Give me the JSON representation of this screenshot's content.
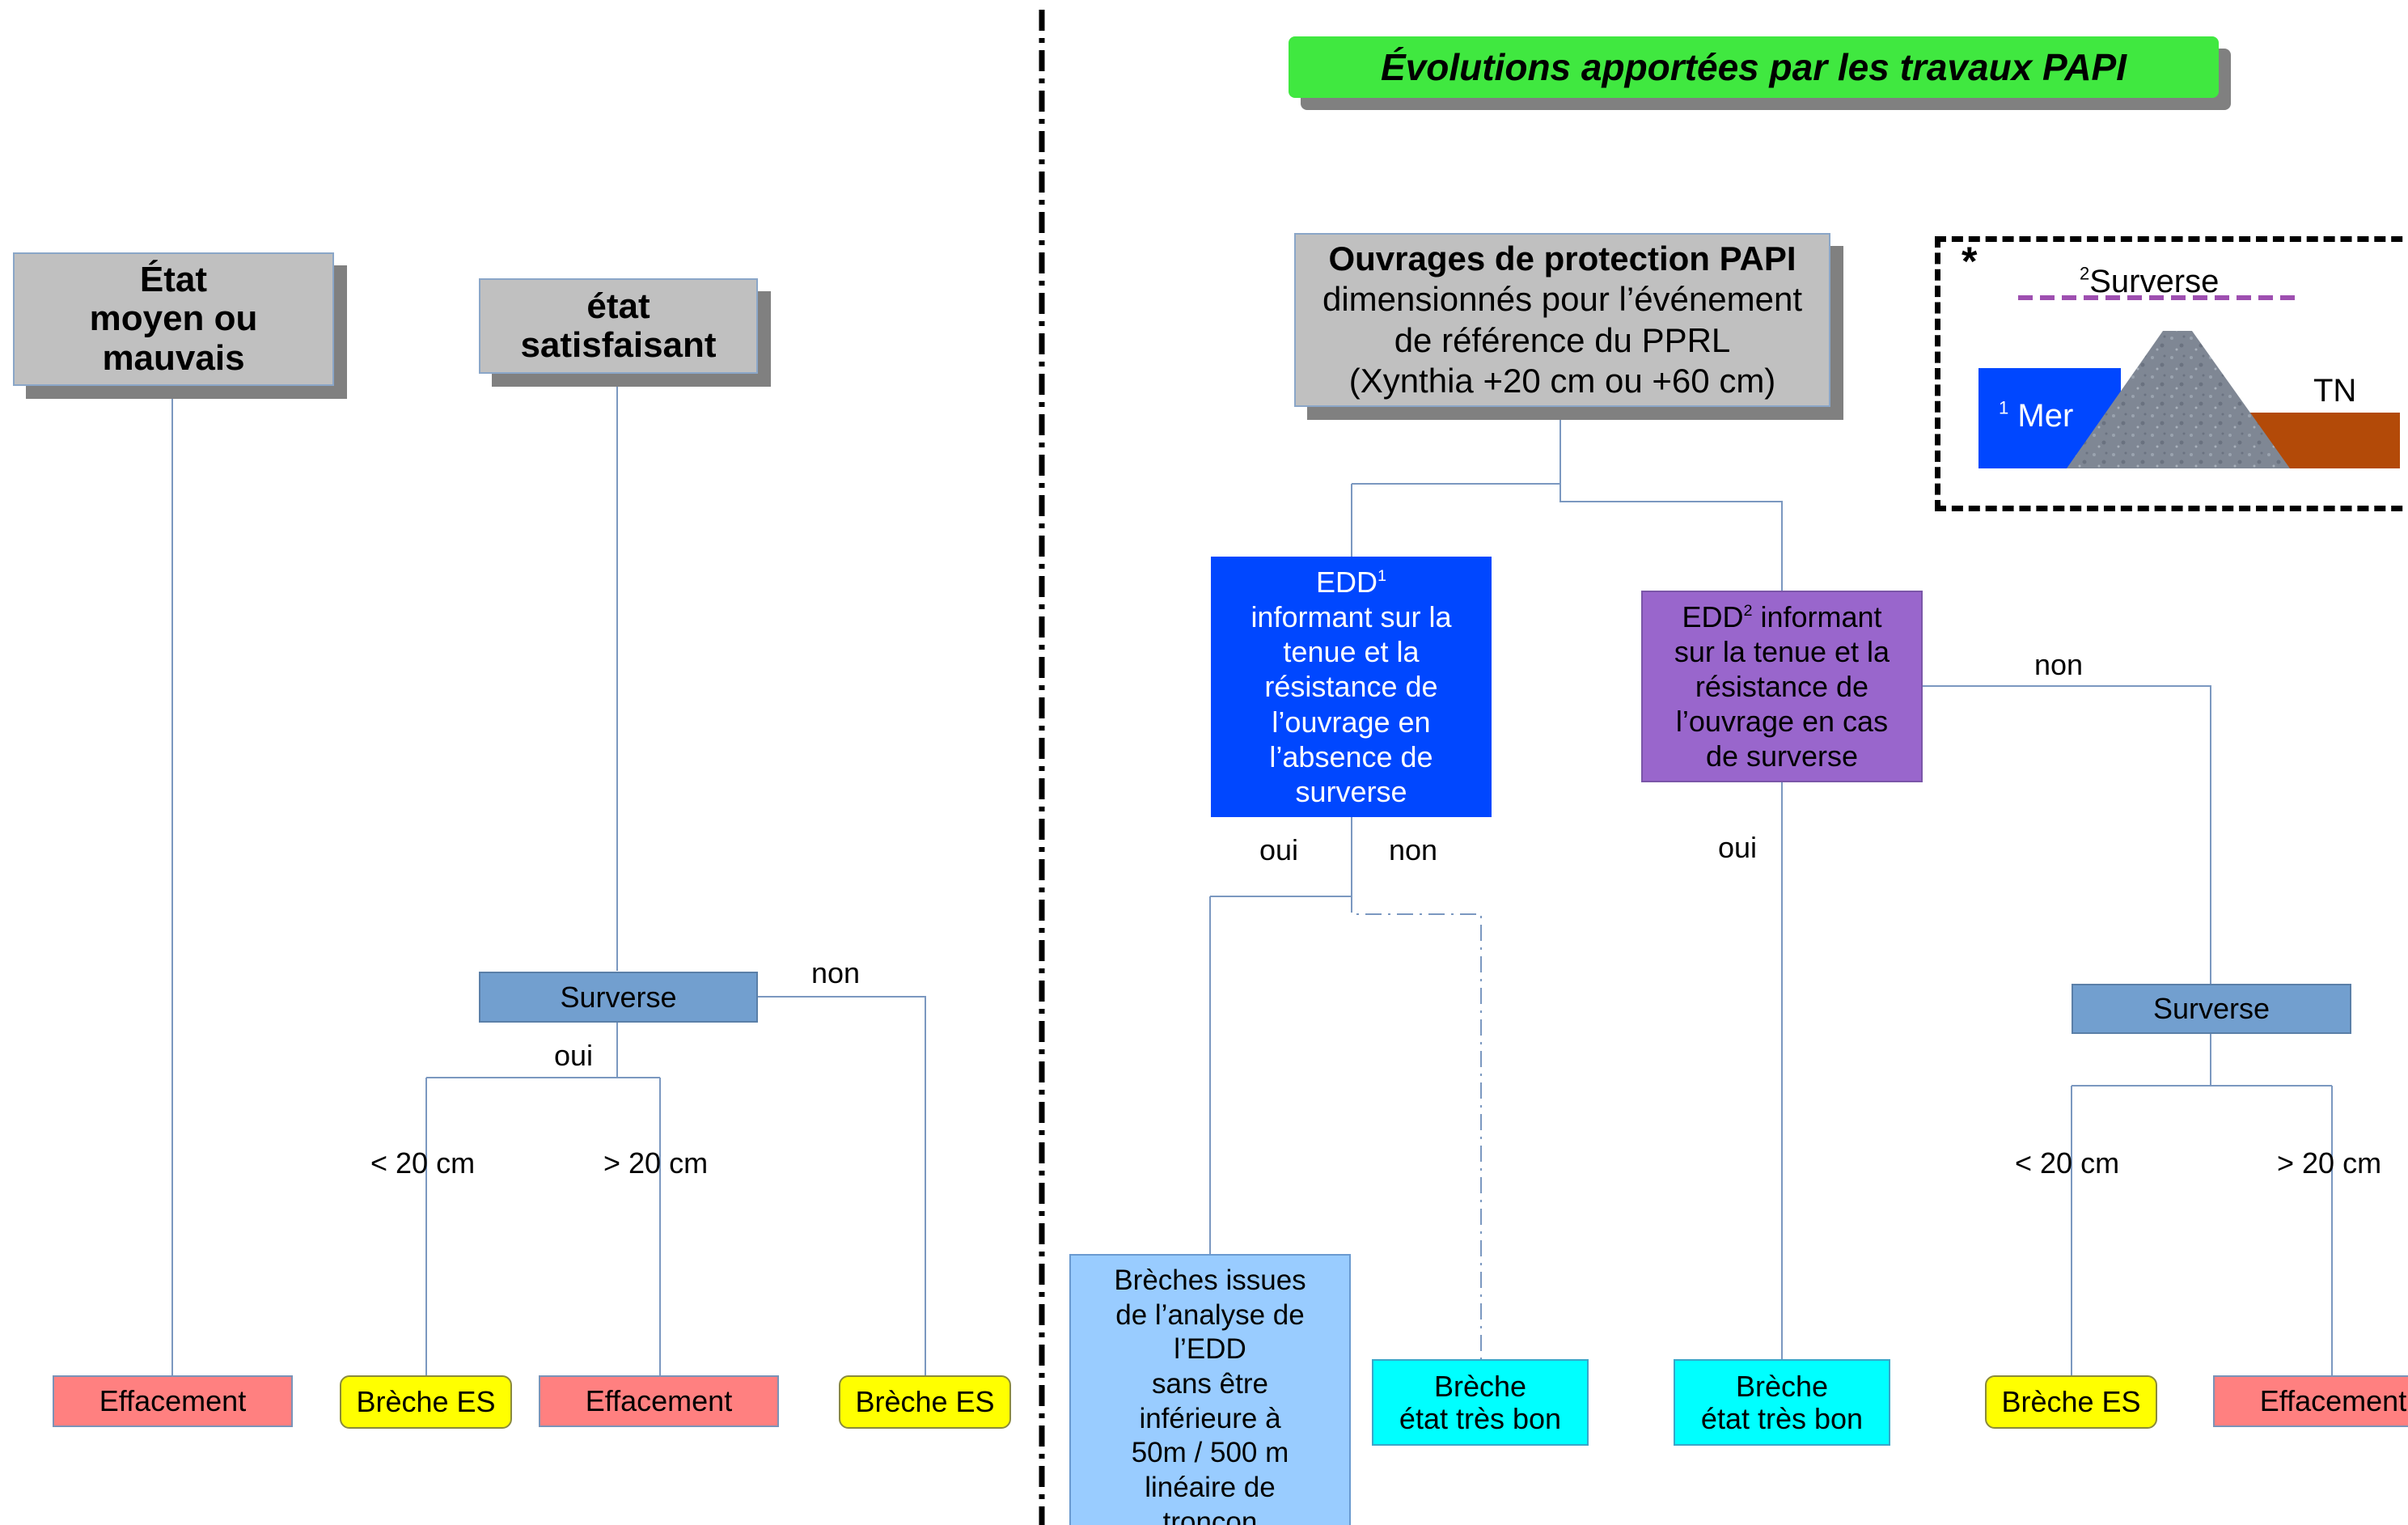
{
  "left": {
    "box_mauvais": "État\nmoyen ou\nmauvais",
    "box_satisfaisant": "état\nsatisfaisant",
    "surverse": "Surverse",
    "non": "non",
    "oui": "oui",
    "lt20": "< 20 cm",
    "gt20": "> 20 cm",
    "effacement_1": "Effacement",
    "breche_es_1": "Brèche ES",
    "effacement_2": "Effacement",
    "breche_es_2": "Brèche ES"
  },
  "right": {
    "banner": "Évolutions apportées par les travaux PAPI",
    "papi_title": "Ouvrages de protection PAPI",
    "papi_body": "dimensionnés pour l’événement\nde référence du PPRL\n(Xynthia +20 cm ou +60 cm)",
    "edd1_prefix": "EDD",
    "edd1_sup": "1",
    "edd1_body": "informant sur la\ntenue et la\nrésistance de\nl’ouvrage en\nl’absence de\nsurverse",
    "edd2_prefix": "EDD",
    "edd2_sup": "2",
    "edd2_after": " informant",
    "edd2_body": "sur la tenue et la\nrésistance de\nl’ouvrage en cas\nde surverse",
    "oui_1": "oui",
    "non_1": "non",
    "oui_2": "oui",
    "non_2": "non",
    "breches_edd": "Brèches issues\nde l’analyse de\nl’EDD\nsans être\ninférieure à\n50m / 500 m\nlinéaire de\ntronçon",
    "breche_tres_bon_1": "Brèche\nétat très bon",
    "breche_tres_bon_2": "Brèche\nétat très bon",
    "surverse": "Surverse",
    "lt20": "< 20 cm",
    "gt20": "> 20 cm",
    "breche_es": "Brèche ES",
    "effacement": "Effacement"
  },
  "legend": {
    "asterisk": "*",
    "surverse_sup": "2",
    "surverse": "Surverse",
    "mer_sup": "1",
    "mer": "Mer",
    "tn": "TN"
  },
  "colors": {
    "gray_box": "#c0c0c0",
    "shadow": "#808080",
    "surverse_box": "#729fcf",
    "effacement": "#ff8080",
    "breche_es": "#ffff00",
    "breche_tres_bon": "#00ffff",
    "breches_edd": "#99ccff",
    "edd1": "#0047ff",
    "edd2": "#9966cc",
    "banner": "#40e840",
    "connector": "#7b98c0",
    "sea": "#0047ff",
    "ground": "#b34a08",
    "dike": "#7f8794",
    "surverse_line": "#9e4fb0"
  }
}
